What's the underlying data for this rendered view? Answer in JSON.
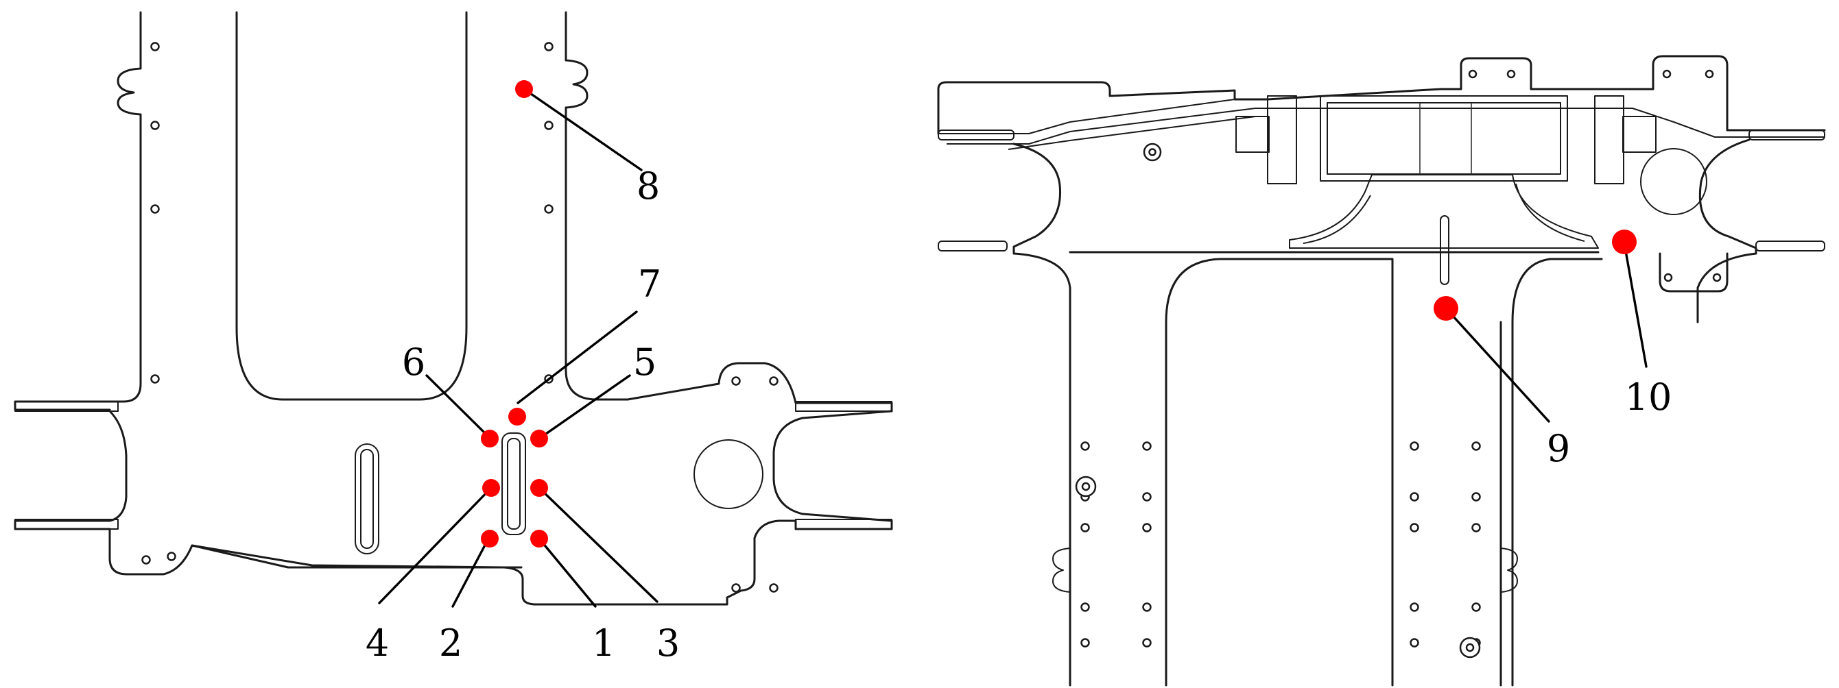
{
  "diagram": {
    "marker_color": "#ff0000",
    "line_color": "#1a1a1a",
    "left_view": {
      "points": [
        {
          "id": "1",
          "label": "1"
        },
        {
          "id": "2",
          "label": "2"
        },
        {
          "id": "3",
          "label": "3"
        },
        {
          "id": "4",
          "label": "4"
        },
        {
          "id": "5",
          "label": "5"
        },
        {
          "id": "6",
          "label": "6"
        },
        {
          "id": "7",
          "label": "7"
        },
        {
          "id": "8",
          "label": "8"
        }
      ]
    },
    "right_view": {
      "points": [
        {
          "id": "9",
          "label": "9"
        },
        {
          "id": "10",
          "label": "10"
        }
      ]
    }
  }
}
